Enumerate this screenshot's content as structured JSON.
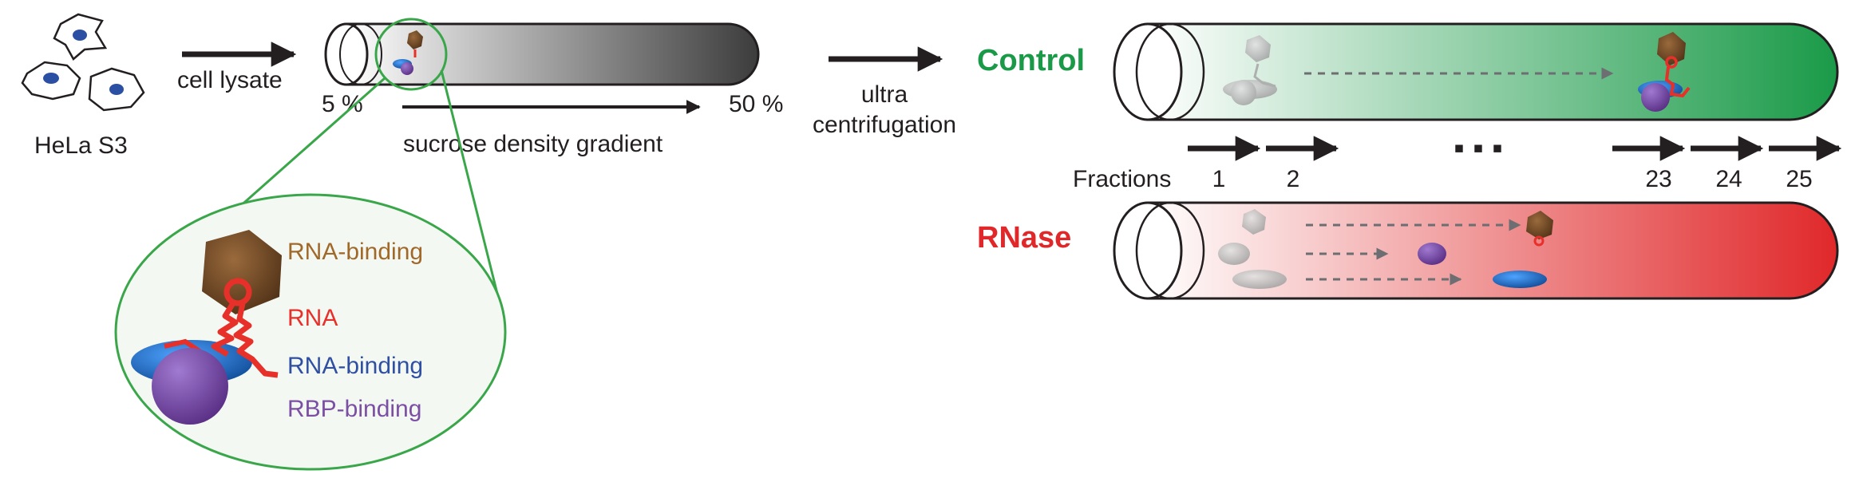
{
  "labels": {
    "hela": "HeLa S3",
    "cell_lysate": "cell lysate",
    "pct_low": "5 %",
    "pct_high": "50 %",
    "gradient": "sucrose density gradient",
    "ultra": "ultra",
    "centrifugation": "centrifugation",
    "control": "Control",
    "rnase": "RNase",
    "fractions": "Fractions",
    "ellipsis": "▪ ▪ ▪"
  },
  "fractions": [
    "1",
    "2",
    "23",
    "24",
    "25"
  ],
  "legend": [
    {
      "text": "RNA-binding",
      "color": "#a0692a"
    },
    {
      "text": "RNA",
      "color": "#e8302a"
    },
    {
      "text": "RNA-binding",
      "color": "#2f4fa2"
    },
    {
      "text": "RBP-binding",
      "color": "#7b4fa3"
    }
  ],
  "colors": {
    "control": "#1a9a48",
    "rnase": "#e0282a",
    "zoom": "#3aa64a",
    "hexagon": "#6b4424",
    "rna": "#e8302a",
    "blue_disc": "#1d6fc0",
    "purple_ball": "#7b4fa3"
  }
}
